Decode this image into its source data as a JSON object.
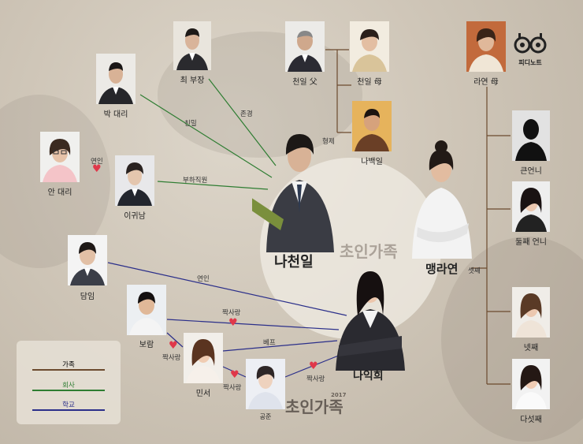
{
  "colors": {
    "family": "#6b4a2e",
    "company": "#2e7d32",
    "school": "#2b2f8a",
    "heart": "#e0384a"
  },
  "logo": {
    "icon": "binoculars-icon",
    "text": "피디노트"
  },
  "people": {
    "choi": {
      "label": "최 부장"
    },
    "cheonil_father": {
      "label": "천일 父"
    },
    "cheonil_mother": {
      "label": "천일 母"
    },
    "rayeon_mother": {
      "label": "라연 母"
    },
    "park": {
      "label": "박 대리"
    },
    "baekil": {
      "label": "나백일"
    },
    "ahn": {
      "label": "안 대리"
    },
    "igwinam": {
      "label": "이귀남"
    },
    "cheonil": {
      "label": "나천일"
    },
    "rayeon": {
      "label": "맹라연",
      "suffix": "셋째"
    },
    "eldest": {
      "label": "큰언니"
    },
    "second": {
      "label": "둘째 언니"
    },
    "damim": {
      "label": "담임"
    },
    "borahm": {
      "label": "보람"
    },
    "minseo": {
      "label": "민서"
    },
    "gongjun": {
      "label": "공준"
    },
    "ikhee": {
      "label": "나익희"
    },
    "fourth": {
      "label": "넷째"
    },
    "fifth": {
      "label": "다섯째"
    }
  },
  "relations": {
    "respect": "존경",
    "closeness": "친밀",
    "brothers": "형제",
    "lovers_top": "연인",
    "subordinate": "부하직원",
    "lovers_teacher": "연인",
    "crush1": "짝사랑",
    "bestie": "베프",
    "crush2": "짝사랑",
    "crush3": "짝사랑",
    "crush4": "짝사랑"
  },
  "watermark": {
    "center": "초인가족",
    "bottom": "초인가족",
    "bottom_sub": "2017"
  },
  "legend": {
    "family": "가족",
    "company": "회사",
    "school": "학교"
  }
}
